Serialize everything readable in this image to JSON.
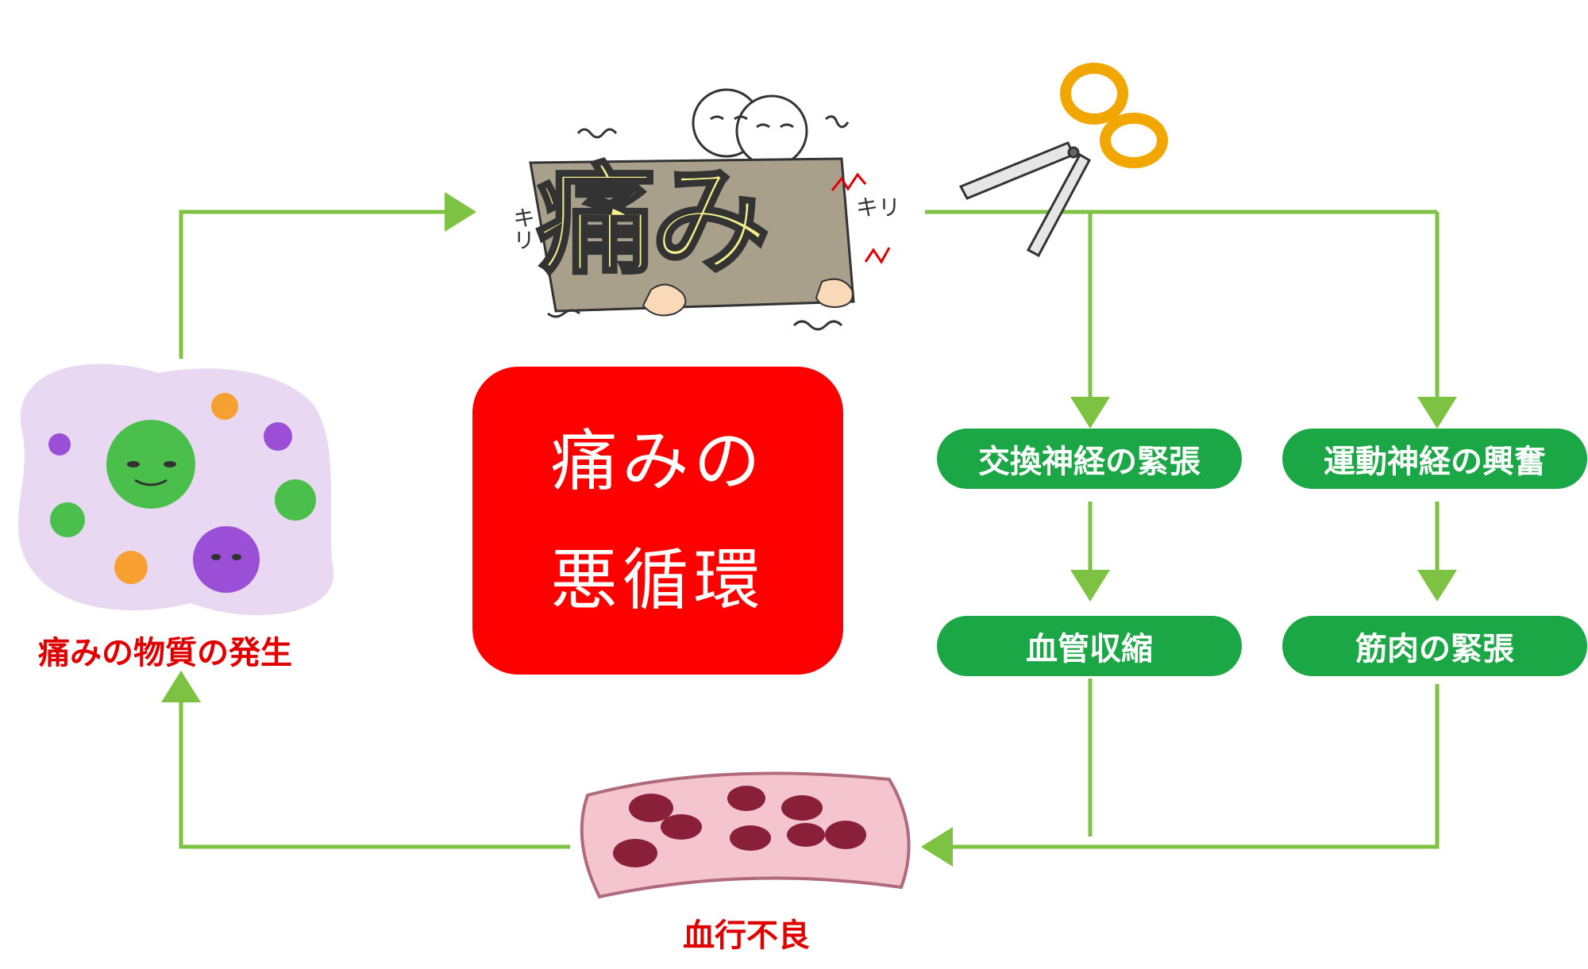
{
  "center": {
    "line1": "痛みの",
    "line2": "悪循環"
  },
  "pills": {
    "p1": "交換神経の緊張",
    "p2": "運動神経の興奮",
    "p3": "血管収縮",
    "p4": "筋肉の緊張"
  },
  "labels": {
    "substance": "痛みの物質の発生",
    "circulation": "血行不良"
  },
  "illustrations": {
    "pain": {
      "text": "痛み",
      "kiri1": "キリ",
      "kiri2": "キリ"
    }
  },
  "colors": {
    "arrow": "#7dc242",
    "center_box": "#ff0000",
    "pill": "#1ba745",
    "label_red": "#e00000"
  },
  "icons": [
    "pain-illustration",
    "scissors-icon",
    "virus-illustration",
    "blood-vessel-illustration"
  ]
}
